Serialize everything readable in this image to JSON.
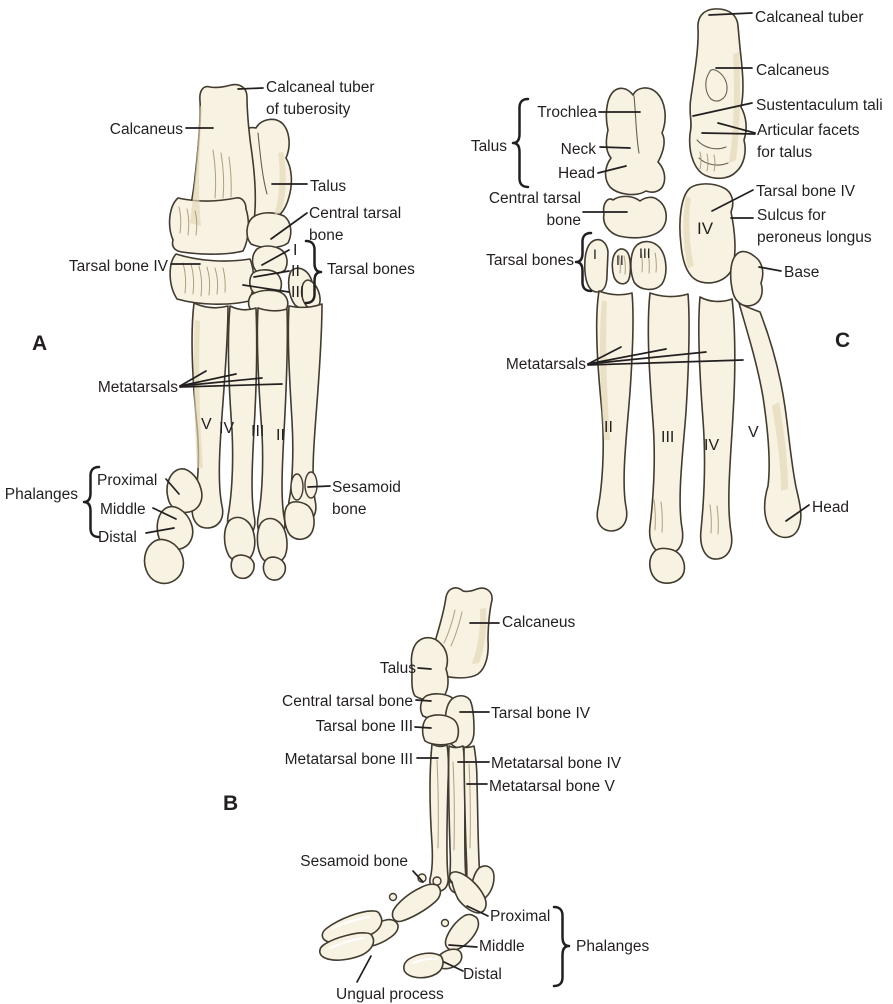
{
  "figure": {
    "colors": {
      "bg": "#ffffff",
      "ink": "#231f20",
      "bone_fill": "#f7f2e2",
      "bone_shade": "#e3d6b6",
      "bone_outline": "#413b30",
      "hatch": "#a3916c"
    }
  },
  "views": {
    "a": {
      "letter": "A",
      "labels": {
        "calcaneal_tuber": "Calcaneal tuber of tuberosity",
        "calcaneus": "Calcaneus",
        "talus": "Talus",
        "central_tarsal": "Central tarsal bone",
        "tarsal_iv": "Tarsal bone IV",
        "tarsal_bones": "Tarsal bones",
        "metatarsals": "Metatarsals",
        "phalanges": "Phalanges",
        "proximal": "Proximal",
        "middle": "Middle",
        "distal": "Distal",
        "sesamoid": "Sesamoid bone"
      },
      "numerals": {
        "tarsals": [
          "I",
          "II",
          "III"
        ],
        "metatarsals": [
          "V",
          "IV",
          "III",
          "II"
        ]
      }
    },
    "c": {
      "letter": "C",
      "labels": {
        "calcaneal_tuber": "Calcaneal tuber",
        "calcaneus": "Calcaneus",
        "sustentaculum": "Sustentaculum tali",
        "articular_facets": "Articular facets for talus",
        "trochlea": "Trochlea",
        "talus": "Talus",
        "neck": "Neck",
        "head_talus": "Head",
        "central_tarsal": "Central tarsal bone",
        "tarsal_iv": "Tarsal bone IV",
        "sulcus": "Sulcus for peroneus longus",
        "tarsal_bones": "Tarsal bones",
        "base": "Base",
        "metatarsals": "Metatarsals",
        "head_mt": "Head"
      },
      "numerals": {
        "tarsal_iv": "IV",
        "tarsals": [
          "I",
          "II",
          "III"
        ],
        "metatarsals": [
          "II",
          "III",
          "IV",
          "V"
        ]
      }
    },
    "b": {
      "letter": "B",
      "labels": {
        "calcaneus": "Calcaneus",
        "talus": "Talus",
        "central_tarsal": "Central tarsal bone",
        "tarsal_iv": "Tarsal bone IV",
        "tarsal_iii": "Tarsal bone III",
        "metatarsal_iii": "Metatarsal bone III",
        "metatarsal_iv": "Metatarsal bone IV",
        "metatarsal_v": "Metatarsal bone V",
        "sesamoid": "Sesamoid bone",
        "proximal": "Proximal",
        "middle": "Middle",
        "distal": "Distal",
        "phalanges": "Phalanges",
        "ungual": "Ungual process"
      }
    }
  }
}
